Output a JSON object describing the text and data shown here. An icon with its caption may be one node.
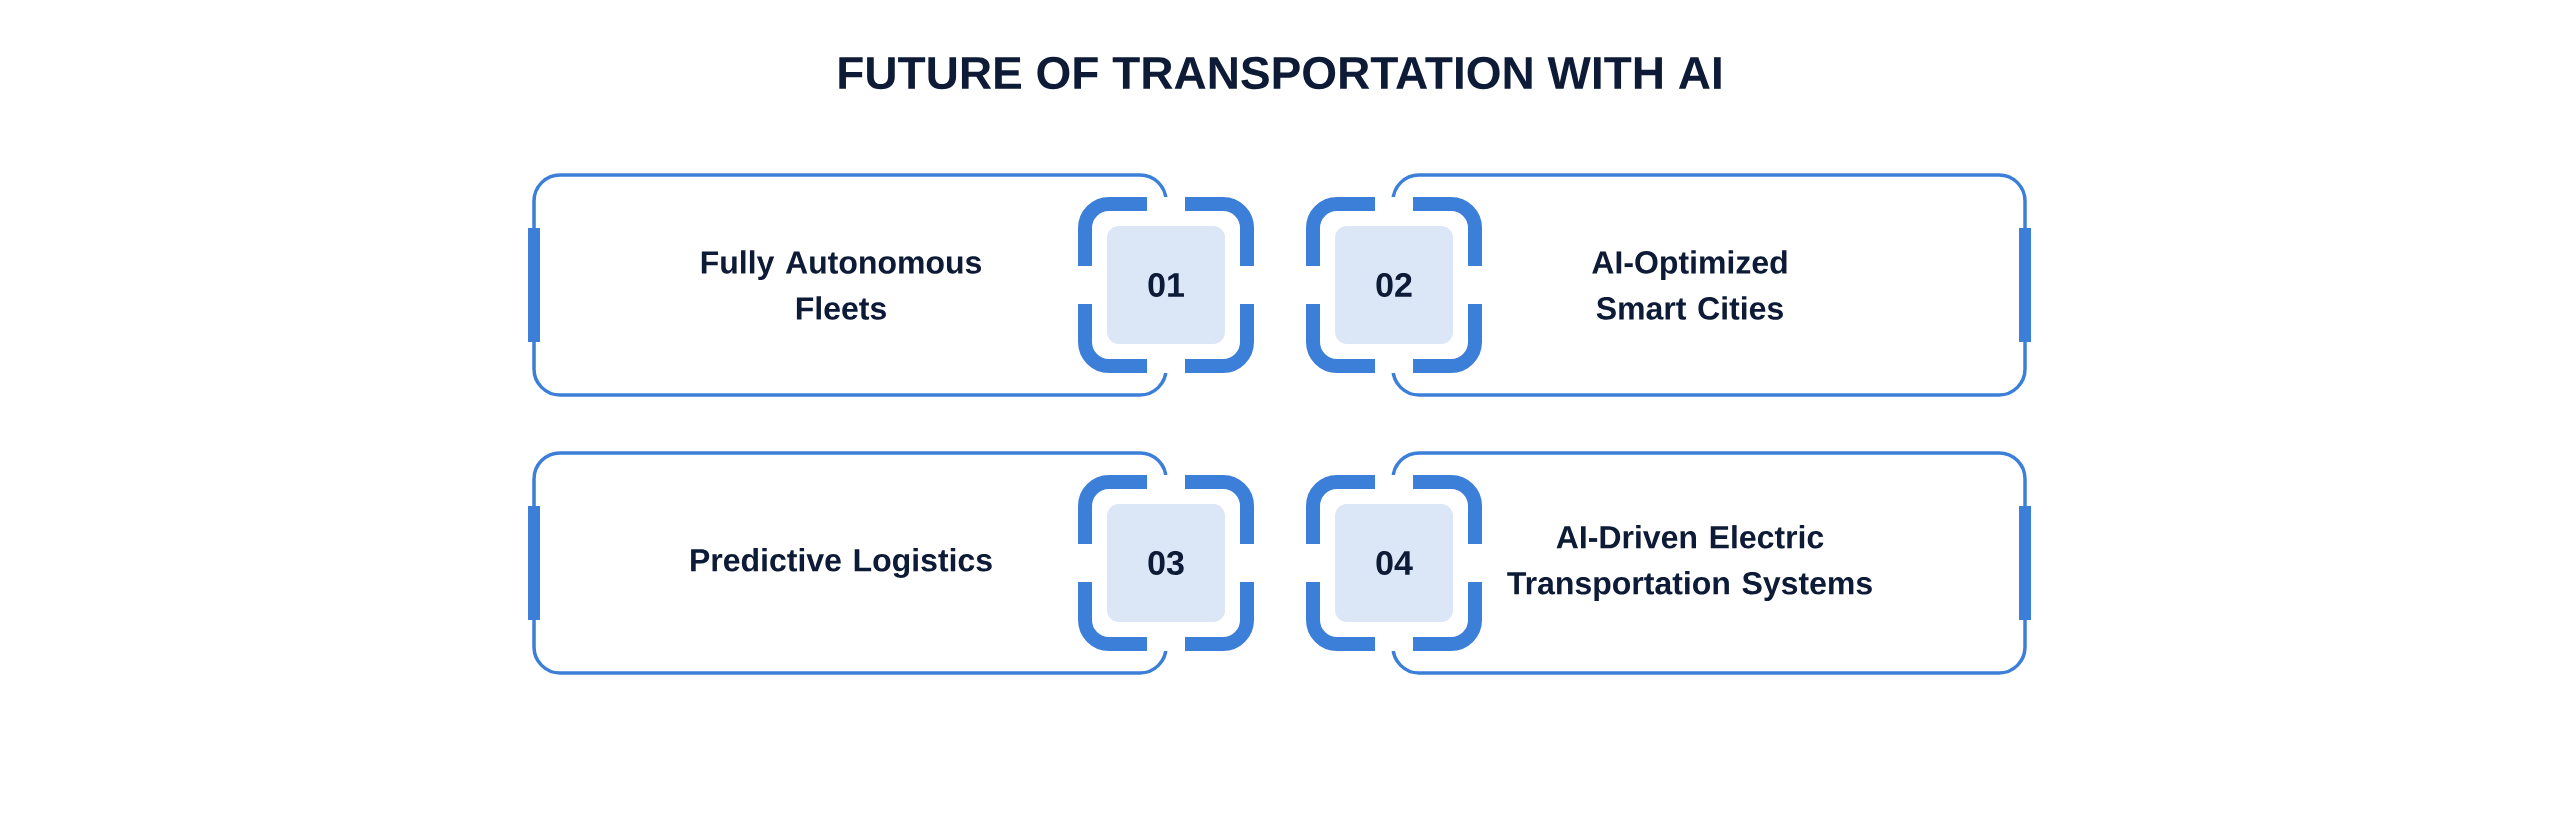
{
  "diagram": {
    "title": "FUTURE OF TRANSPORTATION WITH AI",
    "nodes": [
      {
        "text": [
          "Fully Autonomous Fleets"
        ]
      },
      {
        "text": [
          "01"
        ]
      },
      {
        "text": [
          "02"
        ]
      },
      {
        "text": [
          "AI-Optimized Smart Cities"
        ]
      },
      {
        "text": [
          "Predictive Logistics"
        ]
      },
      {
        "text": [
          "03"
        ]
      },
      {
        "text": [
          "04"
        ]
      },
      {
        "text": [
          "AI-Driven Electric Transportation Systems"
        ]
      }
    ],
    "edges": []
  }
}
